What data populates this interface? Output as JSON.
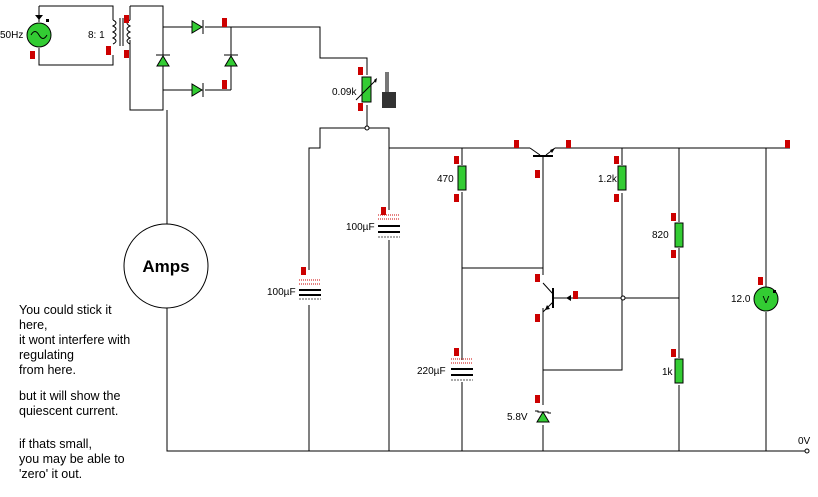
{
  "labels": {
    "source_freq": "50Hz",
    "transformer_ratio": "8: 1",
    "pot_value": "0.09k",
    "c_100uf_a": "100µF",
    "c_100uf_b": "100µF",
    "c_220uf": "220µF",
    "r_470": "470",
    "r_1_2k": "1.2k",
    "r_820": "820",
    "r_1k": "1k",
    "zener": "5.8V",
    "voltmeter": "12.0",
    "voltmeter_symbol": "V",
    "ground": "0V",
    "ammeter": "Amps"
  },
  "notes": {
    "block1": [
      "You could stick it",
      "here,",
      "it wont interfere with",
      "regulating",
      "from here."
    ],
    "block2": [
      "but it will show the",
      "quiescent current."
    ],
    "block3": [
      "if thats small,",
      "you may be able to",
      "'zero' it out."
    ]
  },
  "colors": {
    "wire": "#000000",
    "component_fill": "#33cc33",
    "probe": "#cc0000",
    "capacitor_dots": "#cc0000",
    "slider": "#333333"
  }
}
